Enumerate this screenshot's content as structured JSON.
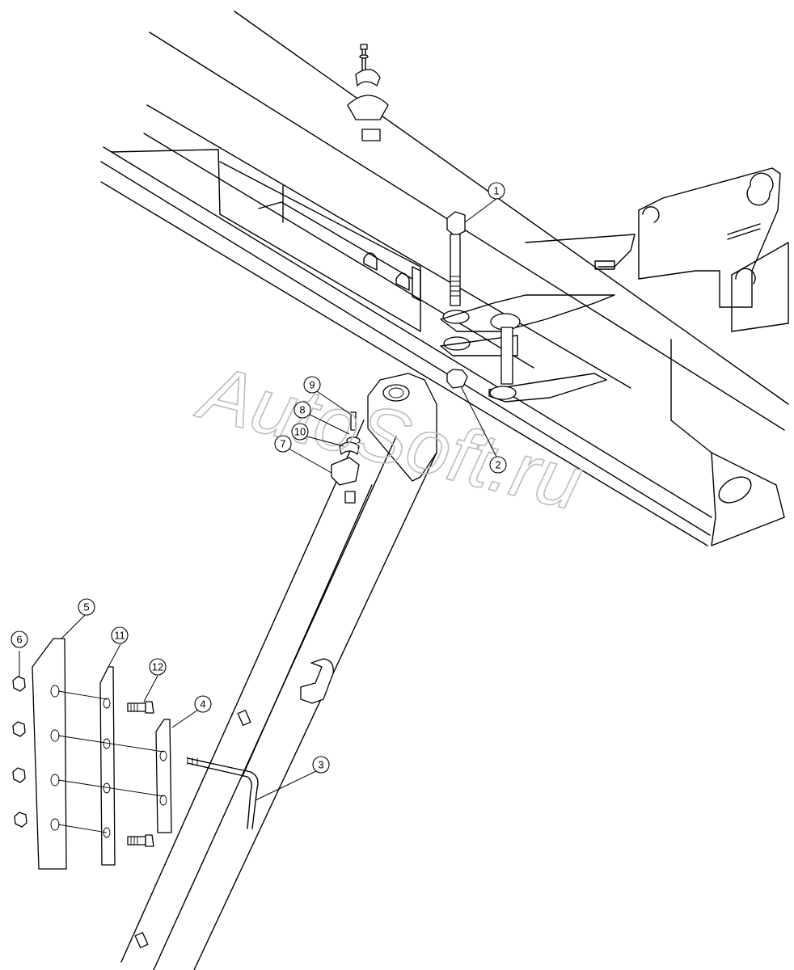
{
  "watermark": "AutoSoft.ru",
  "callouts": [
    {
      "id": "c1",
      "label": "1"
    },
    {
      "id": "c2",
      "label": "2"
    },
    {
      "id": "c3",
      "label": "3"
    },
    {
      "id": "c4",
      "label": "4"
    },
    {
      "id": "c5",
      "label": "5"
    },
    {
      "id": "c6",
      "label": "6"
    },
    {
      "id": "c7",
      "label": "7"
    },
    {
      "id": "c8",
      "label": "8"
    },
    {
      "id": "c9",
      "label": "9"
    },
    {
      "id": "c10",
      "label": "10"
    },
    {
      "id": "c11",
      "label": "11"
    },
    {
      "id": "c12",
      "label": "12"
    }
  ]
}
